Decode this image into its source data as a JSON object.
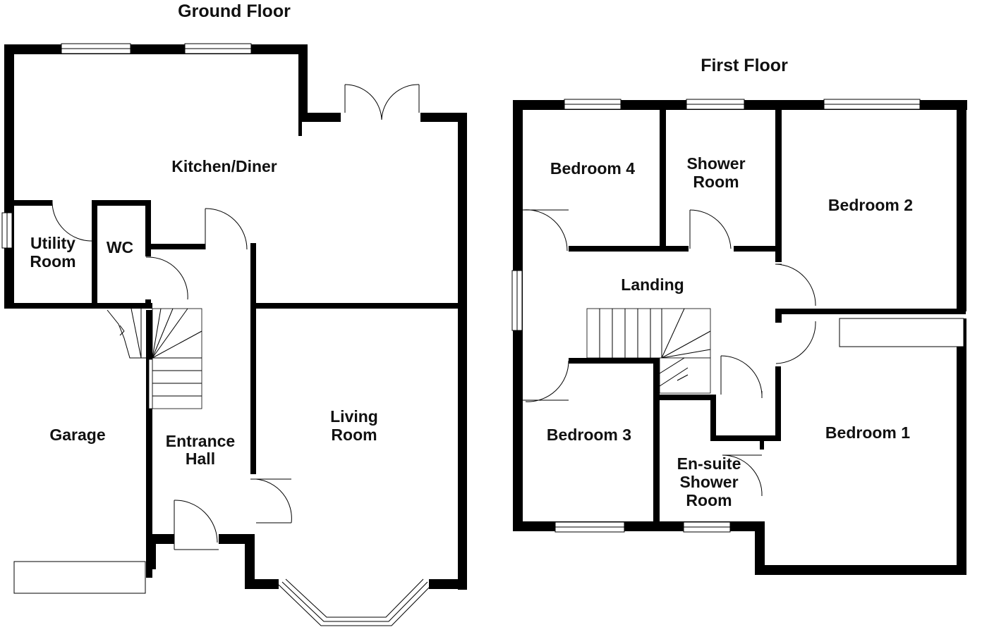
{
  "floors": {
    "ground": {
      "title": "Ground Floor",
      "rooms": {
        "kitchen_diner": "Kitchen/Diner",
        "utility_room": [
          "Utility",
          "Room"
        ],
        "wc": "WC",
        "garage": "Garage",
        "entrance_hall": [
          "Entrance",
          "Hall"
        ],
        "living_room": [
          "Living",
          "Room"
        ]
      }
    },
    "first": {
      "title": "First Floor",
      "rooms": {
        "bedroom_4": "Bedroom 4",
        "shower_room": [
          "Shower",
          "Room"
        ],
        "bedroom_2": "Bedroom 2",
        "landing": "Landing",
        "bedroom_3": "Bedroom 3",
        "en_suite": [
          "En-suite",
          "Shower",
          "Room"
        ],
        "bedroom_1": "Bedroom 1"
      }
    }
  },
  "colors": {
    "wall": "#000000",
    "background": "#ffffff",
    "text": "#111111"
  }
}
